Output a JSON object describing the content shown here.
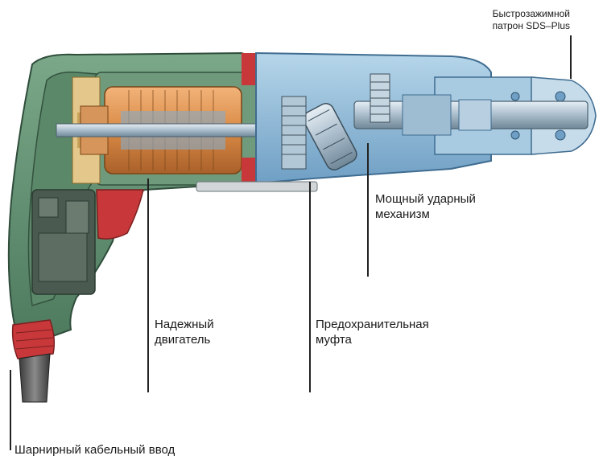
{
  "labels": {
    "chuck": [
      "Быстрозажимной",
      "патрон SDS–Plus"
    ],
    "impact": [
      "Мощный ударный",
      "механизм"
    ],
    "motor": [
      "Надежный",
      "двигатель"
    ],
    "clutch": [
      "Предохранительная",
      "муфта"
    ],
    "cable": "Шарнирный кабельный ввод"
  },
  "colors": {
    "housing_green": "#5e8a6c",
    "housing_dark": "#3f6450",
    "gearbox_blue": "#8fb9d6",
    "gearbox_dark": "#4d7fa3",
    "motor_copper": "#d98a45",
    "accent_red": "#c8383a",
    "leader_line": "#222222"
  }
}
